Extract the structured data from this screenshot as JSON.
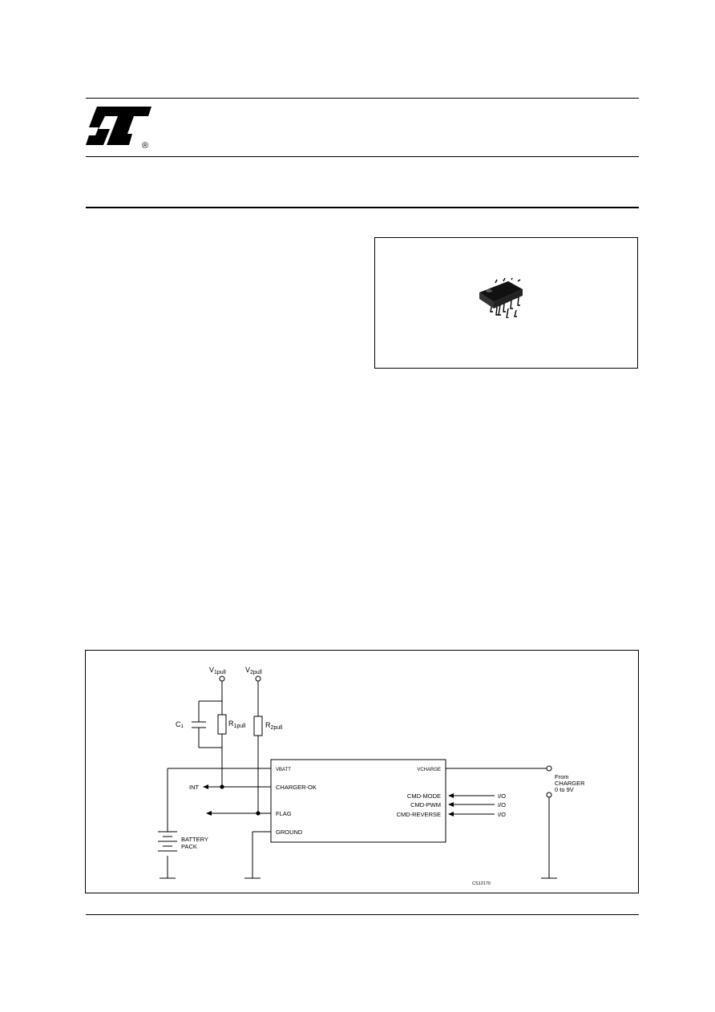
{
  "header": {
    "logo_registered_mark": "®"
  },
  "schematic": {
    "supply_1": {
      "v": "V",
      "sub": "1pull"
    },
    "supply_2": {
      "v": "V",
      "sub": "2pull"
    },
    "capacitor": {
      "c": "C",
      "sub": "1"
    },
    "resistor_1": {
      "r": "R",
      "sub": "1pull"
    },
    "resistor_2": {
      "r": "R",
      "sub": "2pull"
    },
    "ic_pins_left": [
      "VBATT",
      "CHARGER-OK",
      "FLAG",
      "GROUND"
    ],
    "ic_pins_right": [
      "VCHARGE",
      "CMD-MODE",
      "CMD-PWM",
      "CMD-REVERSE"
    ],
    "int_label": "INT",
    "io_labels": [
      "I/O",
      "I/O",
      "I/O"
    ],
    "battery_label": [
      "BATTERY",
      "PACK"
    ],
    "charger_label": [
      "From",
      "CHARGER",
      "0 to 9V"
    ],
    "figure_code": "CS12170"
  }
}
